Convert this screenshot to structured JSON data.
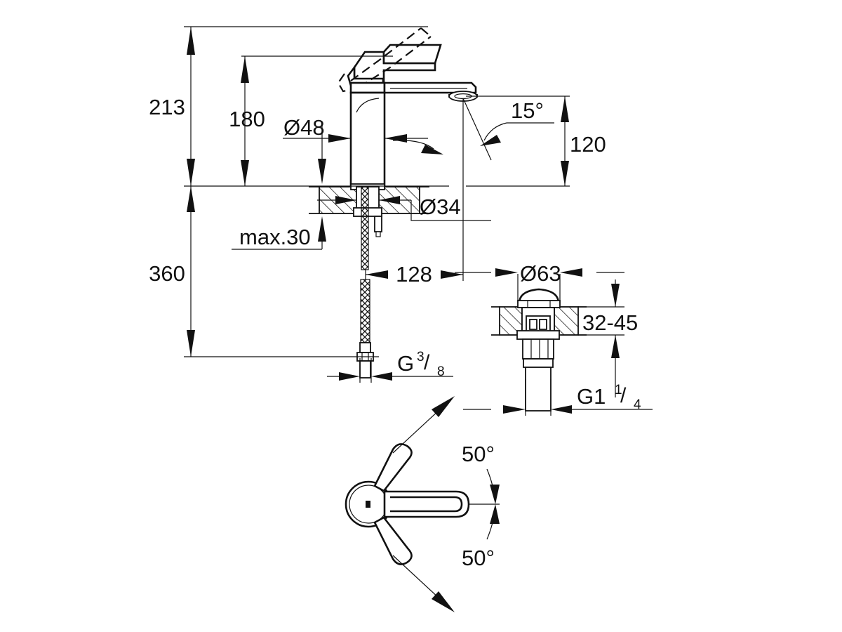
{
  "document": {
    "type": "technical-dimension-drawing",
    "subject": "single-lever basin mixer faucet with push-open pop-up drain",
    "units": "mm",
    "background_color": "#ffffff",
    "line_color": "#111111"
  },
  "dimensions": {
    "overall_height": "213",
    "spout_height": "180",
    "total_with_hoses": "360",
    "body_diameter": "Ø48",
    "shank_diameter": "Ø34",
    "counter_thickness": "max.30",
    "projection": "128",
    "spout_outlet_height": "120",
    "aerator_angle": "15°",
    "supply_connection": "G",
    "supply_connection_fraction_num": "3",
    "supply_connection_fraction_den": "8",
    "drain_cap_diameter": "Ø63",
    "drain_counter_range": "32-45",
    "drain_thread": "G1",
    "drain_thread_fraction_num": "1",
    "drain_thread_fraction_den": "4",
    "swivel_angle_upper": "50°",
    "swivel_angle_lower": "50°"
  },
  "views": {
    "elevation": {
      "name": "front elevation of basin mixer",
      "label": "faucet-elevation-view"
    },
    "drain": {
      "name": "section of pop-up drain assembly",
      "label": "drain-section-view"
    },
    "plan": {
      "name": "top view showing lever swivel range",
      "label": "swivel-plan-view"
    }
  }
}
